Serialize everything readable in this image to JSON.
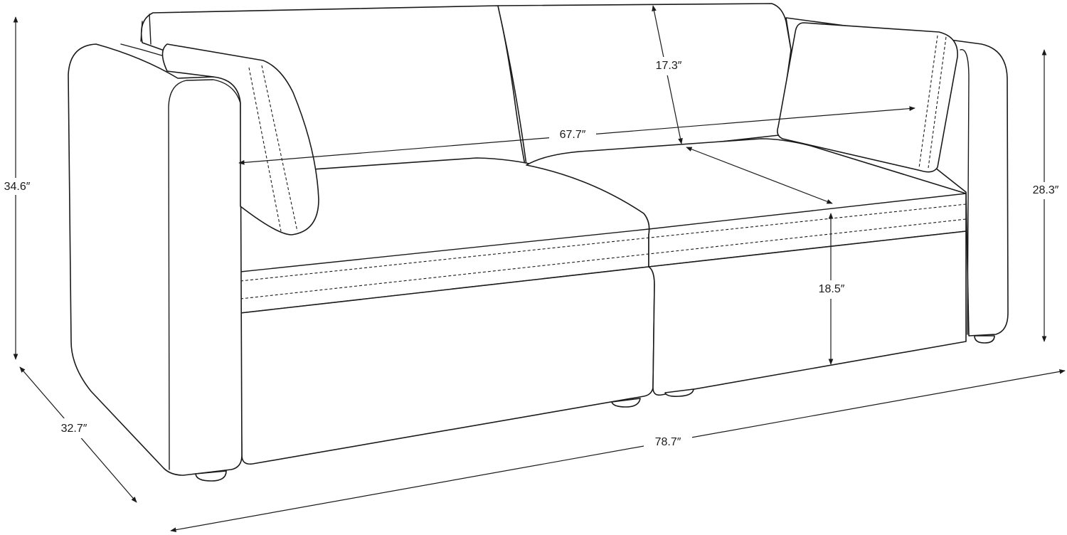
{
  "diagram": {
    "subject": "sofa",
    "dimensions": {
      "overall_height": "34.6″",
      "depth": "32.7″",
      "overall_width": "78.7″",
      "seat_width": "67.7″",
      "back_height": "17.3″",
      "seat_height": "18.5″",
      "arm_height": "28.3″"
    },
    "colors": {
      "line": "#1a1a1a",
      "background": "#ffffff"
    }
  }
}
